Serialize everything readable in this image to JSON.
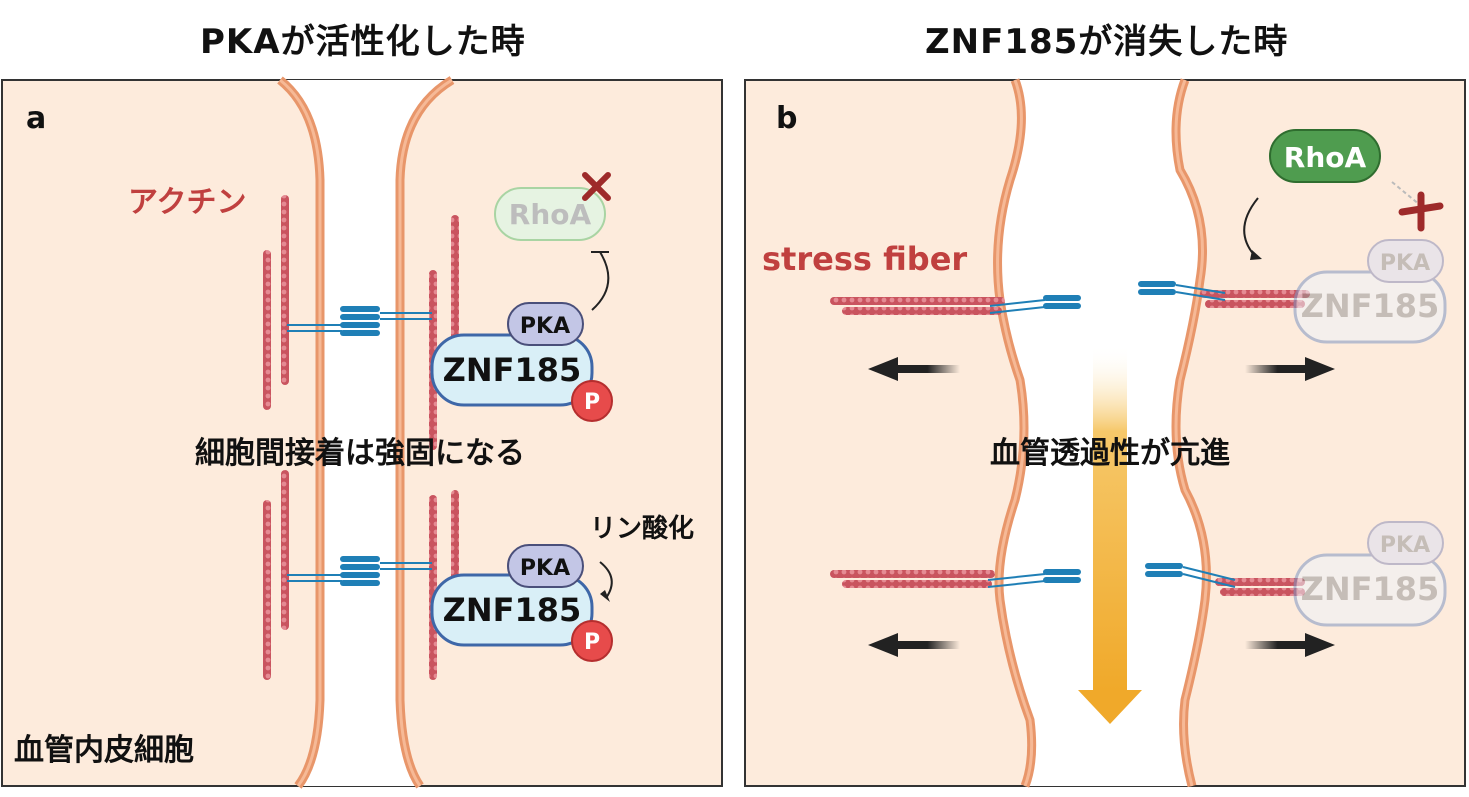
{
  "panel_a": {
    "heading": "PKAが活性化した時",
    "letter": "a",
    "actin_label": "アクチン",
    "rhoa": "RhoA",
    "pka": "PKA",
    "znf": "ZNF185",
    "phos": "P",
    "adhesion_label": "細胞間接着は強固になる",
    "phosphorylation_label": "リン酸化",
    "cell_label": "血管内皮細胞"
  },
  "panel_b": {
    "heading": "ZNF185が消失した時",
    "letter": "b",
    "stress_label": "stress fiber",
    "rhoa": "RhoA",
    "pka": "PKA",
    "znf": "ZNF185",
    "permeability_label": "血管透過性が亢進"
  },
  "colors": {
    "cytoplasm": "#fdebdc",
    "membrane": "#e8966a",
    "actin": "#c9545f",
    "cadherin": "#1f7fb6",
    "znf_fill": "#d9eff7",
    "znf_stroke": "#3e67a8",
    "pka_fill": "#c3c6e6",
    "phos": "#e74b4b",
    "rhoa_active": "#4f9c4f",
    "accent_red": "#b03a3a",
    "flow_arrow": "#f2b233"
  }
}
